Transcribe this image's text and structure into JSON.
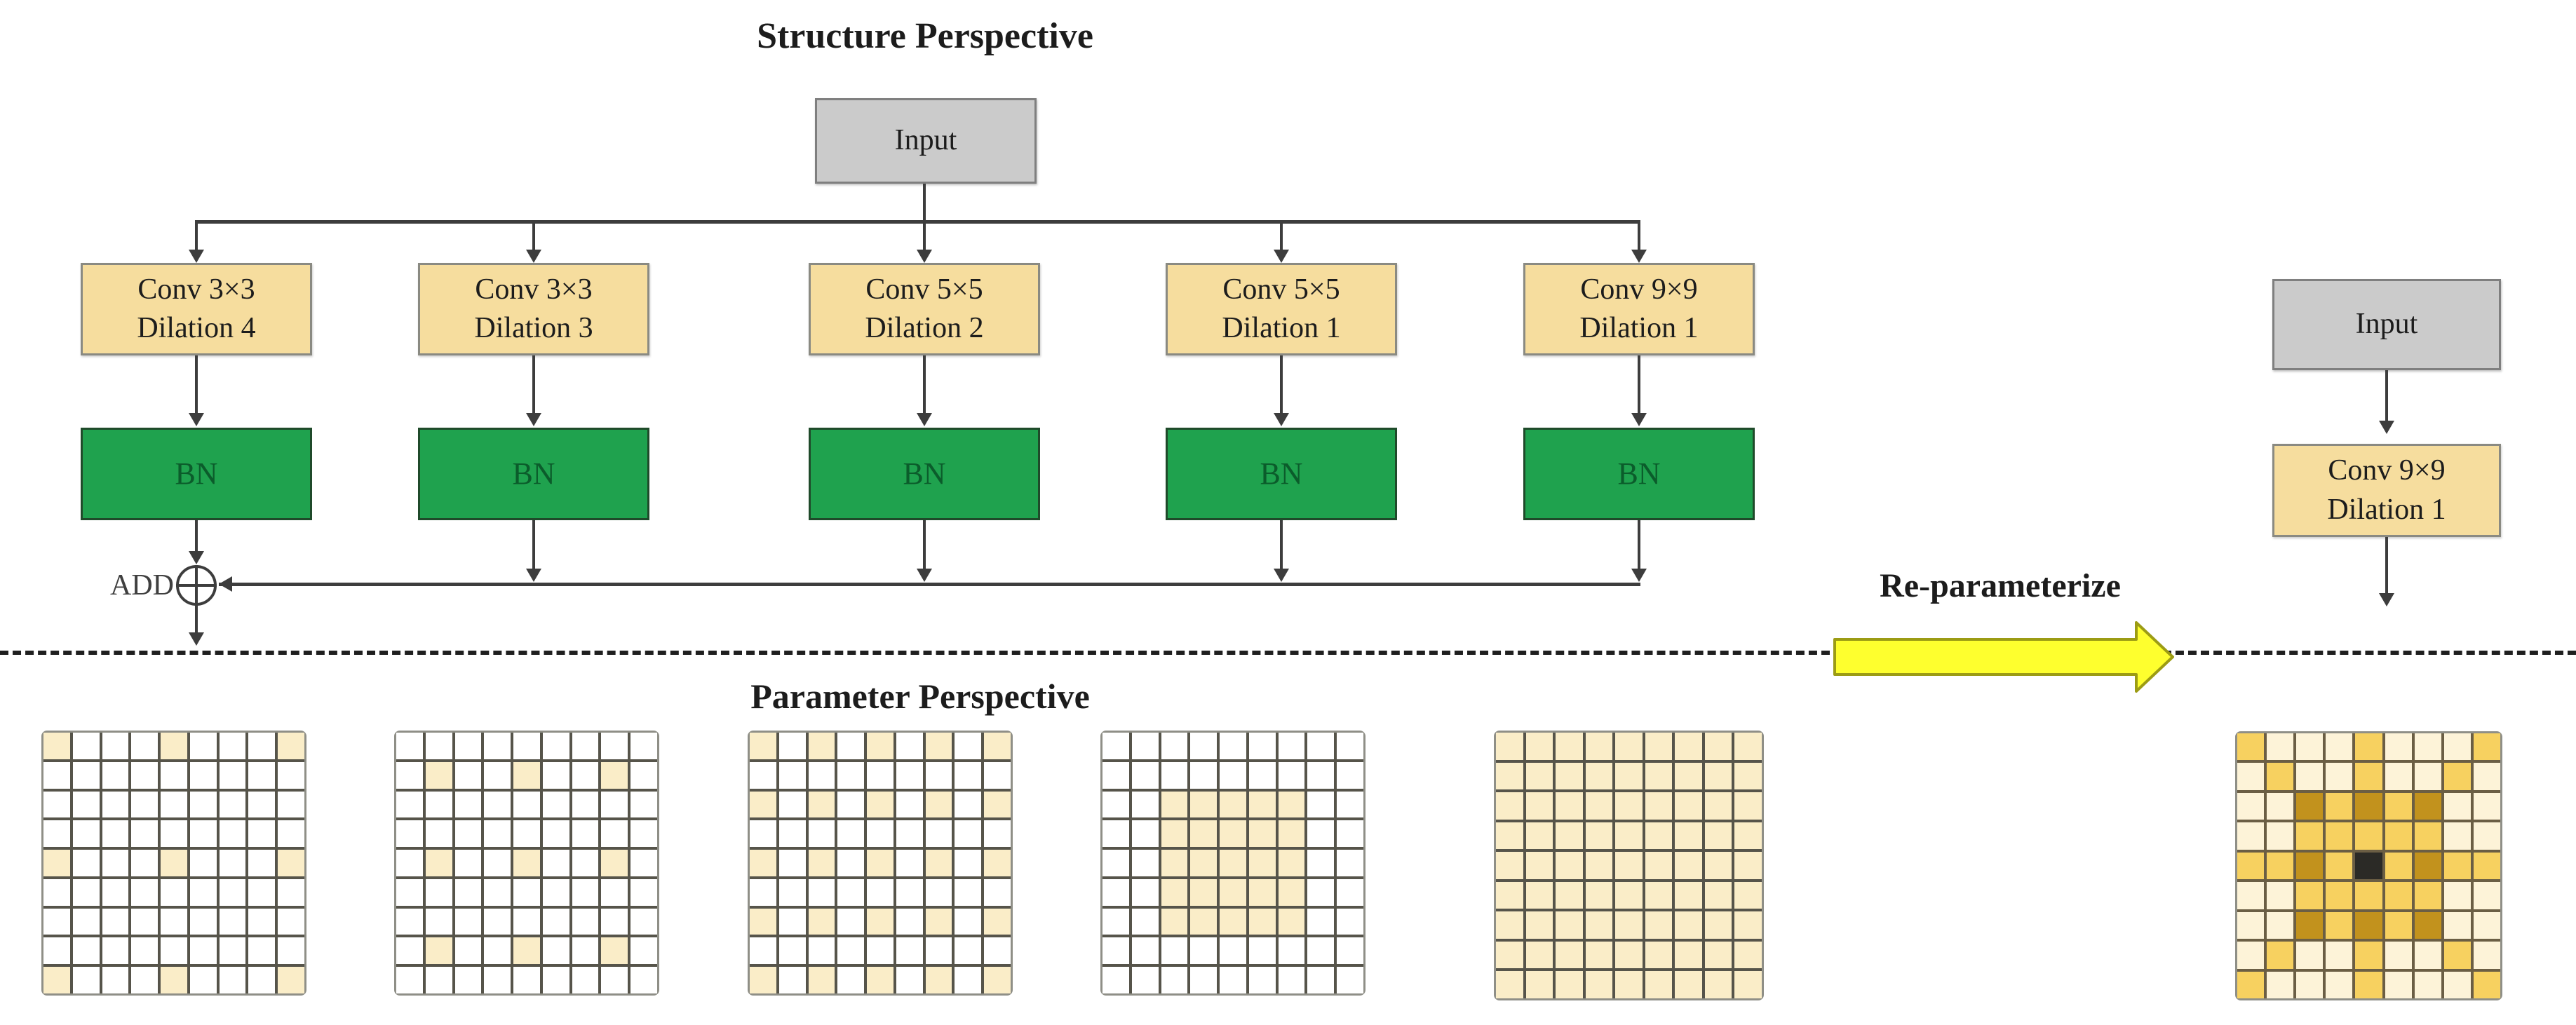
{
  "structure_perspective": {
    "title": "Structure Perspective",
    "input_label": "Input",
    "add_label": "ADD",
    "branches": [
      {
        "conv_line1": "Conv 3×3",
        "conv_line2": "Dilation 4",
        "bn_label": "BN"
      },
      {
        "conv_line1": "Conv 3×3",
        "conv_line2": "Dilation 3",
        "bn_label": "BN"
      },
      {
        "conv_line1": "Conv 5×5",
        "conv_line2": "Dilation 2",
        "bn_label": "BN"
      },
      {
        "conv_line1": "Conv 5×5",
        "conv_line2": "Dilation 1",
        "bn_label": "BN"
      },
      {
        "conv_line1": "Conv 9×9",
        "conv_line2": "Dilation 1",
        "bn_label": "BN"
      }
    ]
  },
  "reparam": {
    "label": "Re-parameterize"
  },
  "reparam_result": {
    "input_label": "Input",
    "conv_line1": "Conv 9×9",
    "conv_line2": "Dilation 1"
  },
  "parameter_perspective": {
    "title": "Parameter Perspective"
  },
  "kernels": {
    "palette": {
      ".": "#ffffff",
      "F": "#faedc8",
      "P": "#fdf3d8",
      "Y": "#f7d160",
      "D": "#c2921d",
      "K": "#2b2a26"
    },
    "grids": [
      {
        "name": "conv3x3-dilation4-kernel",
        "rows": 9,
        "cols": 9,
        "pattern": [
          "F...F...F",
          "unused-placeholder",
          "",
          "",
          "",
          "",
          "",
          "",
          ""
        ]
      },
      {
        "name": "conv3x3-dilation3-kernel",
        "rows": 9,
        "cols": 9,
        "pattern": []
      },
      {
        "name": "conv5x5-dilation2-kernel",
        "rows": 9,
        "cols": 9,
        "pattern": []
      },
      {
        "name": "conv5x5-dilation1-kernel",
        "rows": 9,
        "cols": 9,
        "pattern": []
      },
      {
        "name": "conv9x9-dilation1-kernel",
        "rows": 9,
        "cols": 9,
        "pattern": []
      },
      {
        "name": "merged-conv9x9-kernel",
        "rows": 9,
        "cols": 9,
        "pattern": []
      }
    ]
  },
  "colors": {
    "conv_fill": "#f6dd9e",
    "input_fill": "#cbcbcb",
    "bn_fill": "#1fa24e",
    "bn_text": "#0b5c2b",
    "line": "#3d3d3d",
    "yellow_arrow_fill": "#feff2e",
    "yellow_arrow_border": "#9c9c14",
    "kernel_cream": "#faedc8",
    "merged_pale": "#fdf3d8",
    "merged_yellow": "#f7d160",
    "merged_dark": "#c2921d",
    "merged_black": "#2b2a26"
  }
}
